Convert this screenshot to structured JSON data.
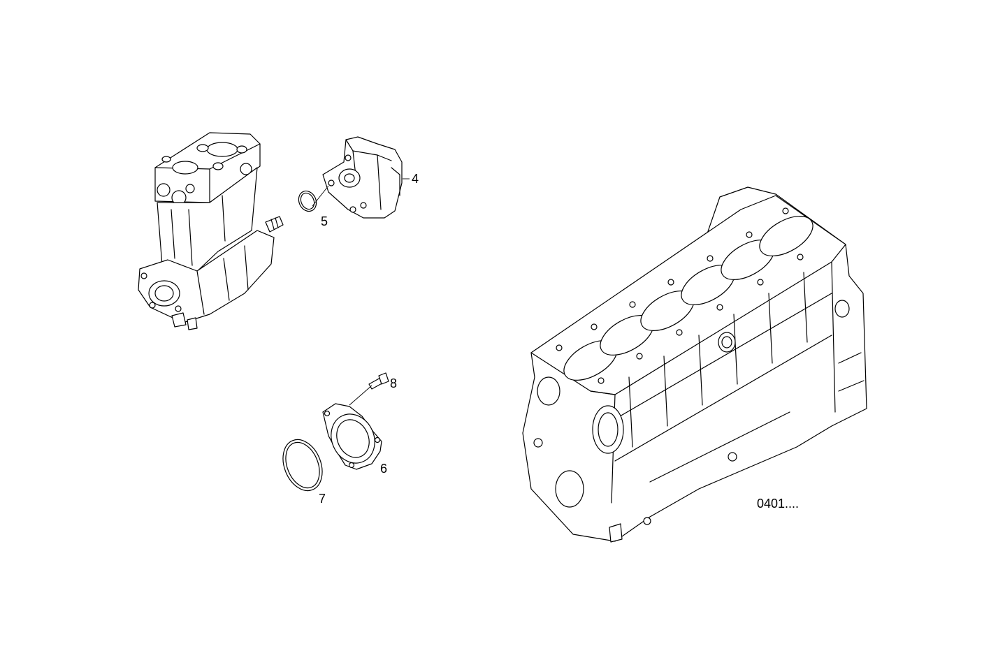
{
  "diagram": {
    "callouts": {
      "c4": "4",
      "c5": "5",
      "c6": "6",
      "c7": "7",
      "c8": "8"
    },
    "reference_code": "0401...."
  }
}
